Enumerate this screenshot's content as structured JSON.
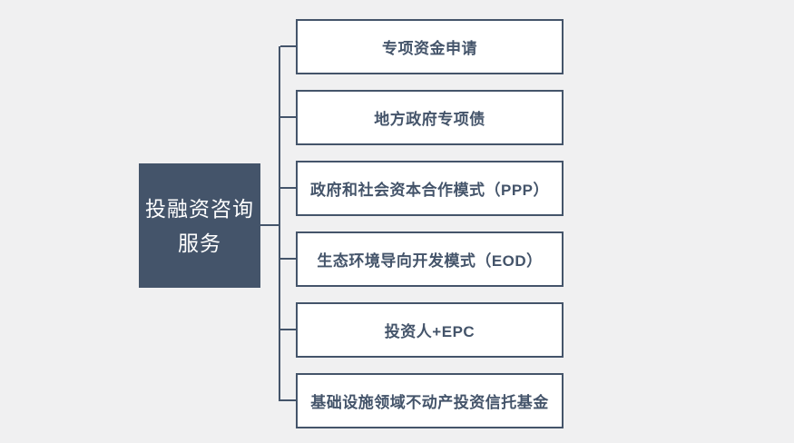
{
  "diagram": {
    "title": "投融资咨询服务",
    "root": {
      "label": "投融资咨询服务",
      "label_line1": "投融资咨询",
      "label_line2": "服务"
    },
    "branches": [
      {
        "label": "专项资金申请"
      },
      {
        "label": "地方政府专项债"
      },
      {
        "label": "政府和社会资本合作模式（PPP）"
      },
      {
        "label": "生态环境导向开发模式（EOD）"
      },
      {
        "label": "投资人+EPC"
      },
      {
        "label": "基础设施领域不动产投资信托基金"
      }
    ],
    "colors": {
      "accent": "#44546A",
      "background": "#F0F0F1",
      "branch_box_background": "#FFFFFF",
      "branch_box_text": "#44546A",
      "root_box_background": "#44546A",
      "root_box_text": "#FFFFFF"
    }
  }
}
